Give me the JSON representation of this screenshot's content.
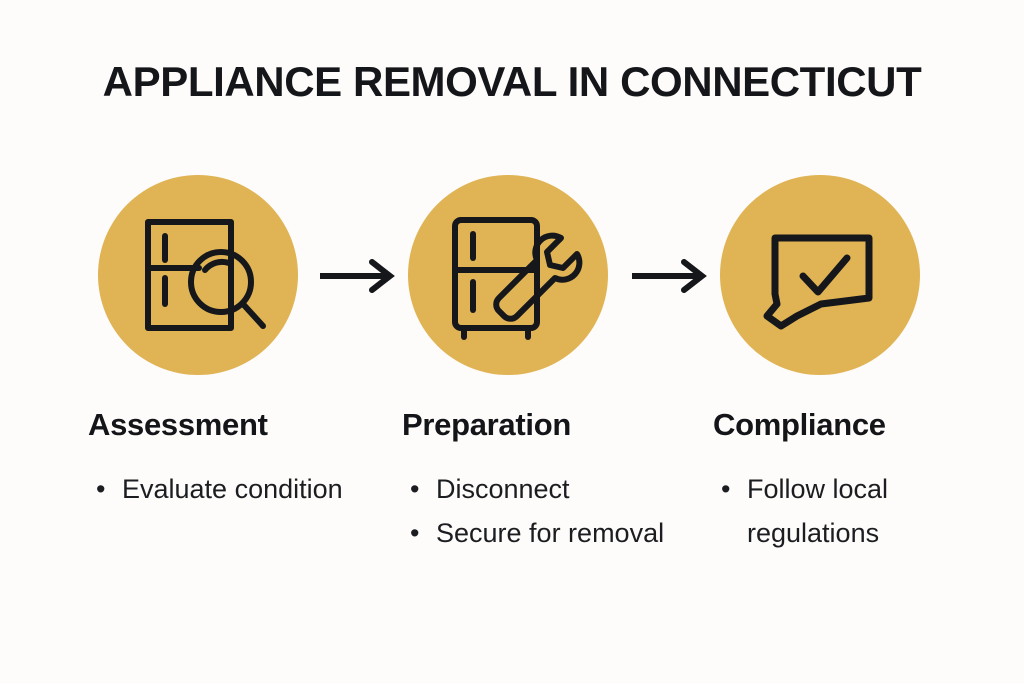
{
  "title": "APPLIANCE REMOVAL IN CONNECTICUT",
  "colors": {
    "background": "#fdfcfa",
    "circle_gold": "#e0b455",
    "ink": "#15161a",
    "body_text": "#1c1d21"
  },
  "steps": [
    {
      "heading": "Assessment",
      "icon": "refrigerator-magnifier-icon",
      "bullets": [
        "Evaluate condition"
      ],
      "bullet_marker": "•"
    },
    {
      "heading": "Preparation",
      "icon": "refrigerator-wrench-icon",
      "bullets": [
        "Disconnect",
        "Secure for removal"
      ],
      "bullet_marker": "•"
    },
    {
      "heading": "Compliance",
      "icon": "connecticut-checkmark-icon",
      "bullets": [
        "Follow local regulations"
      ],
      "bullet_marker": "•"
    }
  ],
  "arrows": [
    {
      "name": "arrow-step1-to-step2",
      "direction": "right"
    },
    {
      "name": "arrow-step2-to-step3",
      "direction": "right"
    }
  ]
}
